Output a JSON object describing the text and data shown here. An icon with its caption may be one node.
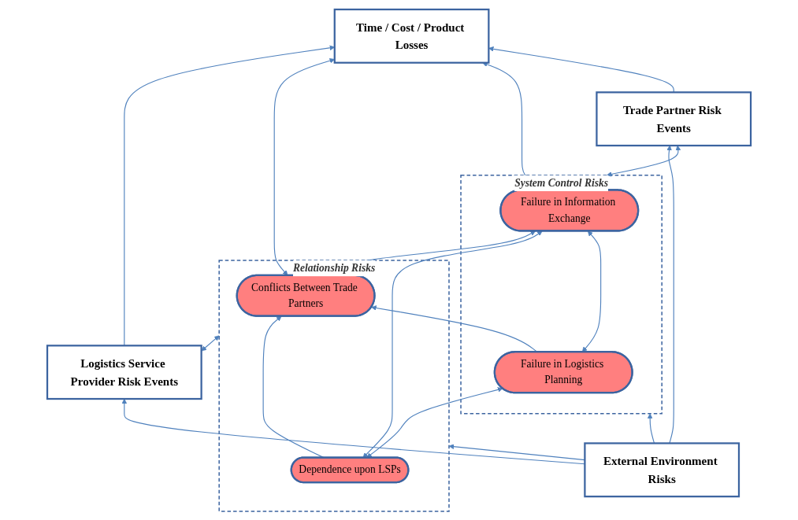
{
  "diagram": {
    "nodes": [
      {
        "text": [
          "Time / Cost / Product Losses"
        ]
      },
      {
        "text": [
          "Logistics Service Provider Risk Events"
        ]
      },
      {
        "text": [
          "Relationship Risks"
        ]
      },
      {
        "text": [
          "Conflicts Between Trade Partners"
        ],
        "in": 2
      },
      {
        "text": [
          "Dependence upon LSPs"
        ],
        "in": 2
      },
      {
        "text": [
          "System Control Risks"
        ]
      },
      {
        "text": [
          "Failure in Information Exchange"
        ],
        "in": 5
      },
      {
        "text": [
          "Failure in Logistics Planning"
        ],
        "in": 5
      },
      {
        "text": [
          "Trade Partner Risk Events"
        ]
      },
      {
        "text": [
          "External Environment Risks"
        ]
      }
    ],
    "edges": [
      {
        "from": 1,
        "to": 0,
        "arrow": "to"
      },
      {
        "from": 3,
        "to": 0,
        "arrow": "both"
      },
      {
        "from": 6,
        "to": 0,
        "arrow": "both"
      },
      {
        "from": 8,
        "to": 0,
        "arrow": "to"
      },
      {
        "from": 1,
        "to": 2,
        "arrow": "both"
      },
      {
        "from": 5,
        "to": 8,
        "arrow": "both"
      },
      {
        "from": 3,
        "to": 6,
        "arrow": "both"
      },
      {
        "from": 4,
        "to": 3,
        "arrow": "to"
      },
      {
        "from": 7,
        "to": 3,
        "arrow": "to"
      },
      {
        "from": 4,
        "to": 6,
        "arrow": "both"
      },
      {
        "from": 7,
        "to": 6,
        "arrow": "both"
      },
      {
        "from": 4,
        "to": 7,
        "arrow": "both"
      },
      {
        "from": 9,
        "to": 1,
        "arrow": "to"
      },
      {
        "from": 9,
        "to": 2,
        "arrow": "to"
      },
      {
        "from": 9,
        "to": 5,
        "arrow": "to"
      },
      {
        "from": 9,
        "to": 8,
        "arrow": "to"
      }
    ]
  }
}
